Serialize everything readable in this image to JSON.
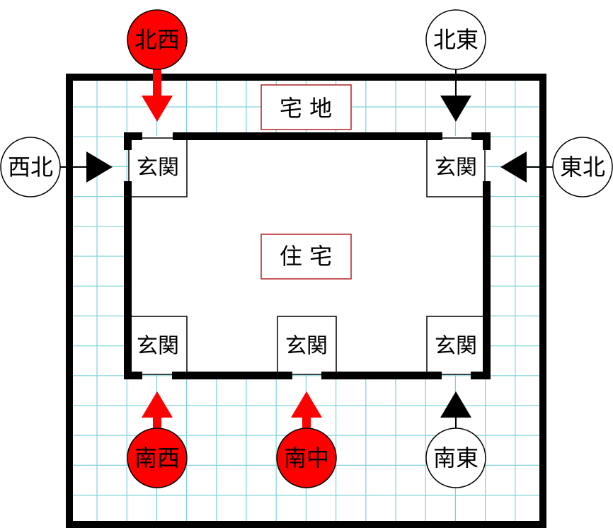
{
  "colors": {
    "grid": "#7fd3d8",
    "wall": "#000000",
    "highlight": "#ff0000",
    "label_border": "#b22222",
    "background": "#ffffff"
  },
  "labels": {
    "site": "宅 地",
    "house": "住 宅"
  },
  "entrances": [
    {
      "id": "nw",
      "label": "玄関"
    },
    {
      "id": "ne",
      "label": "玄関"
    },
    {
      "id": "sw",
      "label": "玄関"
    },
    {
      "id": "sc",
      "label": "玄関"
    },
    {
      "id": "se",
      "label": "玄関"
    }
  ],
  "directions": [
    {
      "id": "north-west",
      "label": "北西",
      "highlighted": true
    },
    {
      "id": "north-east",
      "label": "北東",
      "highlighted": false
    },
    {
      "id": "west-north",
      "label": "西北",
      "highlighted": false
    },
    {
      "id": "east-north",
      "label": "東北",
      "highlighted": false
    },
    {
      "id": "south-west",
      "label": "南西",
      "highlighted": true
    },
    {
      "id": "south-center",
      "label": "南中",
      "highlighted": true
    },
    {
      "id": "south-east",
      "label": "南東",
      "highlighted": false
    }
  ]
}
